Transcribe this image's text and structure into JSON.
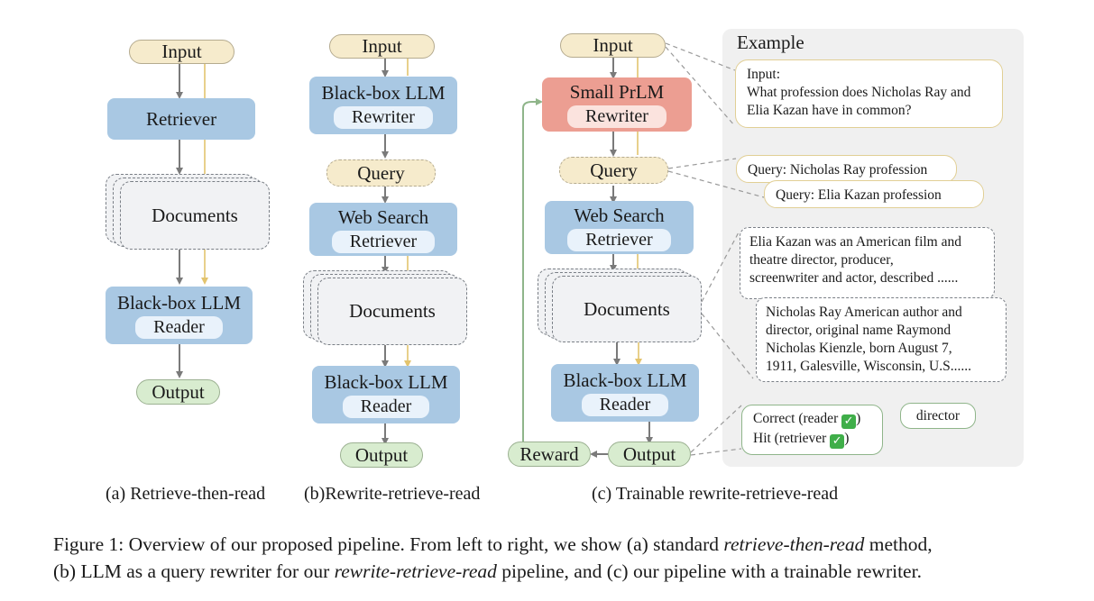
{
  "panel_a": {
    "input": "Input",
    "retriever": "Retriever",
    "documents": "Documents",
    "reader_title": "Black-box LLM",
    "reader_sub": "Reader",
    "output": "Output",
    "caption": "(a) Retrieve-then-read"
  },
  "panel_b": {
    "input": "Input",
    "rewriter_title": "Black-box LLM",
    "rewriter_sub": "Rewriter",
    "query": "Query",
    "search_title": "Web Search",
    "search_sub": "Retriever",
    "documents": "Documents",
    "reader_title": "Black-box LLM",
    "reader_sub": "Reader",
    "output": "Output",
    "caption": "(b)Rewrite-retrieve-read"
  },
  "panel_c": {
    "input": "Input",
    "rewriter_title": "Small PrLM",
    "rewriter_sub": "Rewriter",
    "query": "Query",
    "search_title": "Web Search",
    "search_sub": "Retriever",
    "documents": "Documents",
    "reader_title": "Black-box LLM",
    "reader_sub": "Reader",
    "output": "Output",
    "reward": "Reward",
    "caption": "(c) Trainable rewrite-retrieve-read"
  },
  "example": {
    "title": "Example",
    "input_lines": [
      "Input:",
      "What profession does Nicholas Ray and",
      "Elia Kazan have in common?"
    ],
    "query1": "Query: Nicholas Ray profession",
    "query2": "Query: Elia Kazan profession",
    "doc1_lines": [
      "Elia Kazan was an American film and",
      "theatre director, producer,",
      "screenwriter and actor, described  ......"
    ],
    "doc2_lines": [
      "Nicholas Ray American author and",
      "director, original name Raymond",
      "Nicholas Kienzle, born August 7,",
      "1911, Galesville, Wisconsin, U.S......"
    ],
    "correct": "Correct (reader",
    "hit": "Hit (retriever",
    "answer": "director"
  },
  "figure_caption": {
    "line1_prefix": "Figure 1:  Overview of our proposed pipeline. From left to right, we show (a) standard ",
    "line1_em": "retrieve-then-read",
    "line1_suffix": " method,",
    "line2_prefix": "(b) LLM as a query rewriter for our ",
    "line2_em": "rewrite-retrieve-read",
    "line2_suffix": " pipeline, and (c) our pipeline with a trainable rewriter."
  },
  "colors": {
    "input_fill": "#f6ebcc",
    "blue_fill": "#a9c8e3",
    "red_fill": "#ec9e92",
    "output_fill": "#d8eccf",
    "arrow_gray": "#7a7a7a",
    "arrow_yellow": "#e3c46e",
    "reward_green": "#8fb58a"
  }
}
